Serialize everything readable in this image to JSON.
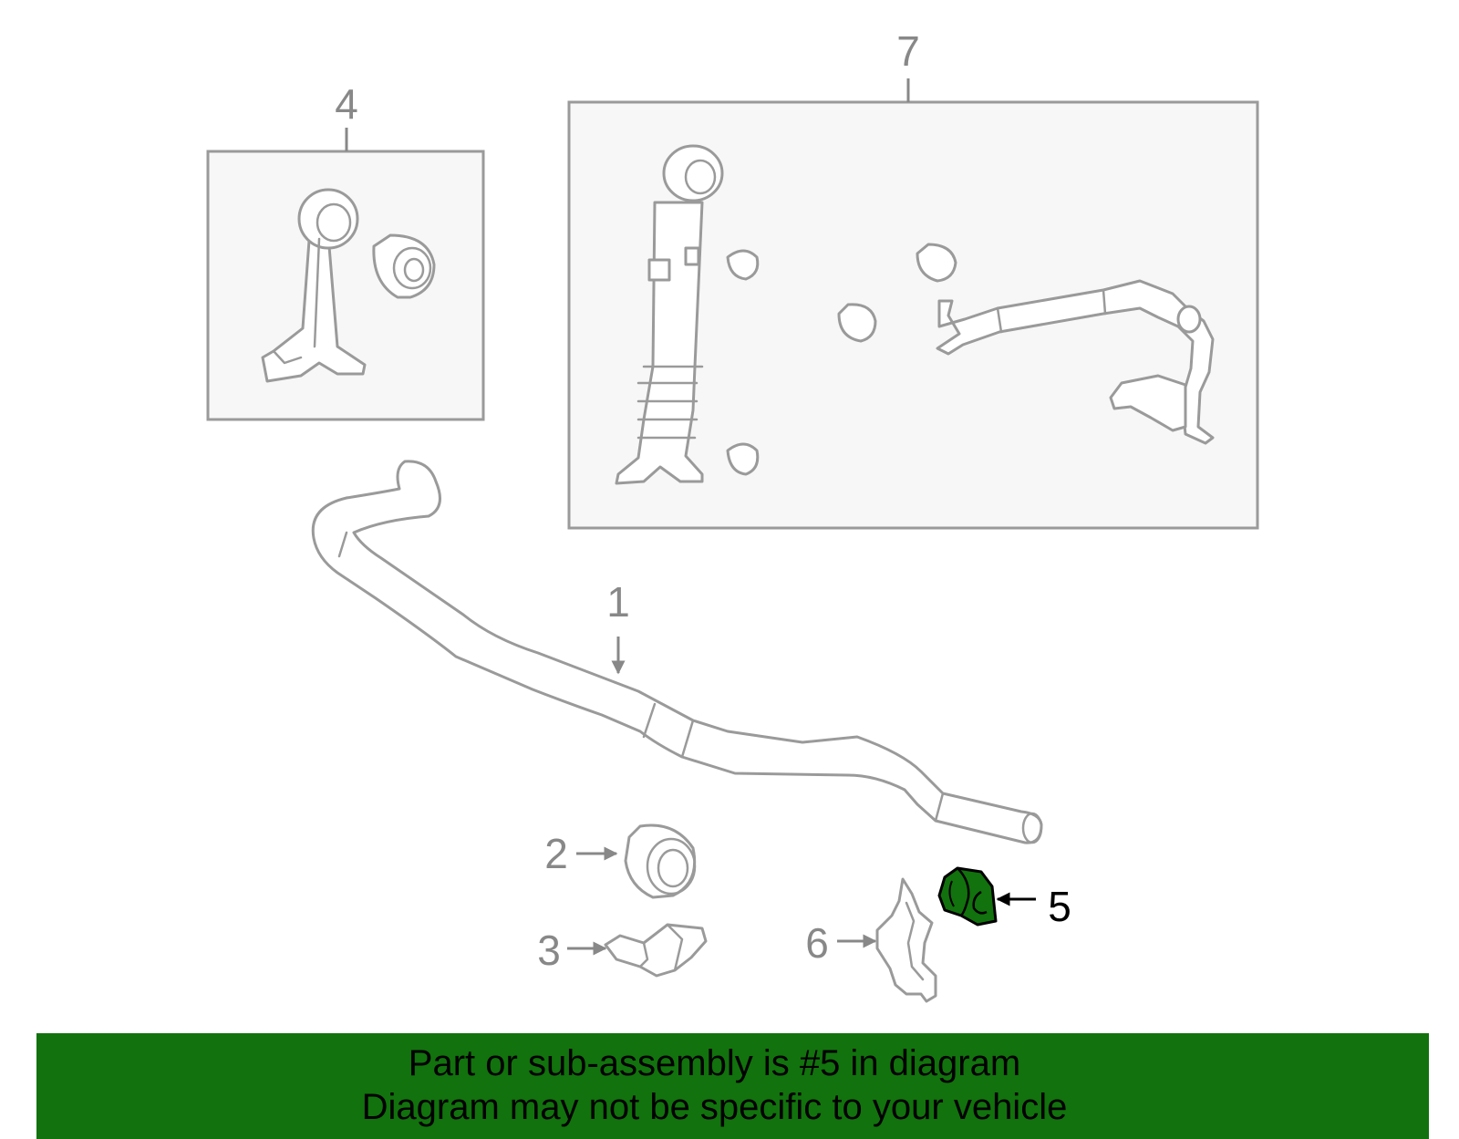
{
  "callouts": {
    "c1": "1",
    "c2": "2",
    "c3": "3",
    "c4": "4",
    "c5": "5",
    "c6": "6",
    "c7": "7"
  },
  "highlighted_part": "5",
  "colors": {
    "highlight": "#12720d",
    "banner": "#12720d",
    "line": "#9a9a9a",
    "box_fill": "#f7f7f7"
  },
  "banner": {
    "line1": "Part or sub-assembly is #5 in diagram",
    "line2": "Diagram may not be specific to your vehicle"
  }
}
